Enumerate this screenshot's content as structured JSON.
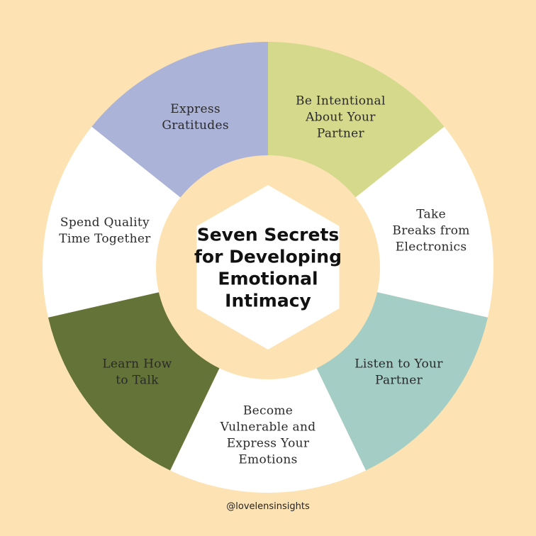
{
  "colors": {
    "background": "#fde3b3",
    "inner_ring": "#fde3b3",
    "center": "#ffffff"
  },
  "center": {
    "title_lines": [
      "Seven Secrets",
      "for Developing",
      "Emotional",
      "Intimacy"
    ]
  },
  "segments": [
    {
      "name": "segment-be-intentional",
      "lines": [
        "Be Intentional",
        "About Your",
        "Partner"
      ],
      "color": "#d5d98c",
      "text_color": "#2a2a2a"
    },
    {
      "name": "segment-take-breaks",
      "lines": [
        "Take",
        "Breaks from",
        "Electronics"
      ],
      "color": "#ffffff",
      "text_color": "#2a2a2a"
    },
    {
      "name": "segment-listen",
      "lines": [
        "Listen to Your",
        "Partner"
      ],
      "color": "#a3cdc5",
      "text_color": "#2a2a2a"
    },
    {
      "name": "segment-become-vulnerable",
      "lines": [
        "Become",
        "Vulnerable and",
        "Express Your",
        "Emotions"
      ],
      "color": "#ffffff",
      "text_color": "#2a2a2a"
    },
    {
      "name": "segment-learn-to-talk",
      "lines": [
        "Learn How",
        "to Talk"
      ],
      "color": "#647337",
      "text_color": "#1a1a1a"
    },
    {
      "name": "segment-spend-quality-time",
      "lines": [
        "Spend Quality",
        "Time Together"
      ],
      "color": "#ffffff",
      "text_color": "#2a2a2a"
    },
    {
      "name": "segment-express-gratitudes",
      "lines": [
        "Express",
        "Gratitudes"
      ],
      "color": "#abb3d8",
      "text_color": "#2a2a2a"
    }
  ],
  "footer": {
    "handle": "@lovelensinsights"
  }
}
